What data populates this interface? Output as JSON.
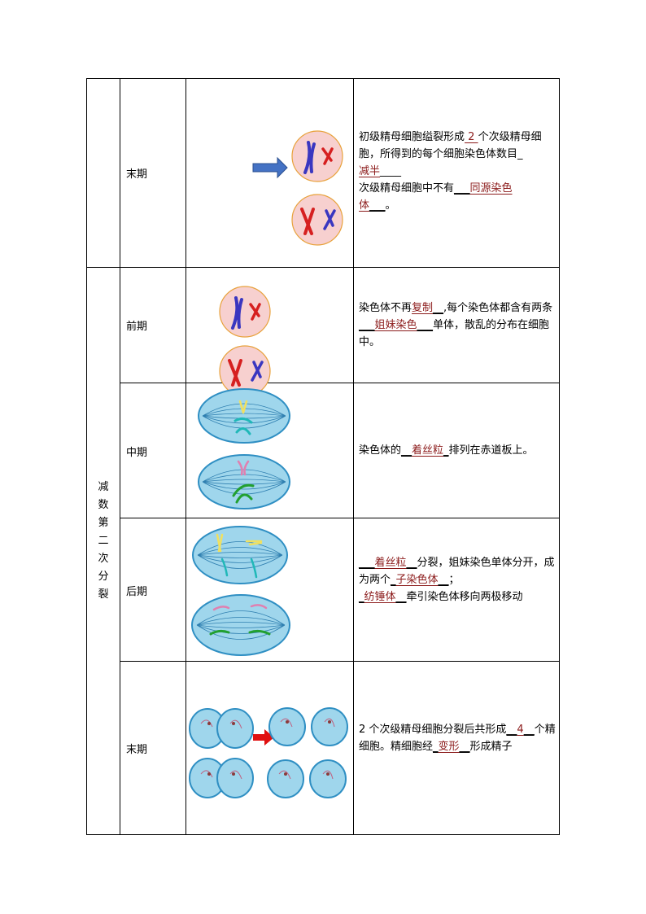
{
  "section_label": [
    "减",
    "数",
    "第",
    "二",
    "次",
    "分",
    "裂"
  ],
  "rows": [
    {
      "stage": "末期",
      "segments": [
        {
          "t": "初级精母细胞缢裂形成"
        },
        {
          "t": "  2  ",
          "a": 1
        },
        {
          "t": "个次级精母细胞，所得到的每个细胞染色体数目"
        },
        {
          "t": "_"
        },
        {
          "br": 1
        },
        {
          "t": "减半",
          "a": 1
        },
        {
          "t": "____"
        },
        {
          "br": 1
        },
        {
          "t": "次级精母细胞中不有"
        },
        {
          "t": "___",
          "u": 1
        },
        {
          "t": "同源染色",
          "a": 1
        },
        {
          "br": 1
        },
        {
          "t": "体",
          "a": 1
        },
        {
          "t": "___",
          "u": 1
        },
        {
          "t": "。"
        }
      ]
    },
    {
      "stage": "前期",
      "segments": [
        {
          "t": "染色体不再"
        },
        {
          "t": "复制",
          "a": 1
        },
        {
          "t": "__",
          "u": 1
        },
        {
          "t": ",每个染色体都含有两条"
        },
        {
          "t": "___",
          "u": 1
        },
        {
          "t": "姐妹染色",
          "a": 1
        },
        {
          "t": "___",
          "u": 1
        },
        {
          "t": "单体，散乱的分布在细胞中。"
        }
      ]
    },
    {
      "stage": "中期",
      "segments": [
        {
          "t": "染色体的"
        },
        {
          "t": "__",
          "u": 1
        },
        {
          "t": "着丝粒",
          "a": 1
        },
        {
          "t": "_",
          "u": 1
        },
        {
          "t": "排列在赤道板上。"
        }
      ]
    },
    {
      "stage": "后期",
      "segments": [
        {
          "t": "___",
          "u": 1
        },
        {
          "t": "着丝粒",
          "a": 1
        },
        {
          "t": "__",
          "u": 1
        },
        {
          "t": "分裂，姐妹染色单体分开，成为两个"
        },
        {
          "t": "_",
          "u": 1
        },
        {
          "t": "子染色体",
          "a": 1
        },
        {
          "t": "__",
          "u": 1
        },
        {
          "t": "；"
        },
        {
          "br": 1
        },
        {
          "t": "_",
          "u": 1
        },
        {
          "t": "纺锤体",
          "a": 1
        },
        {
          "t": "__",
          "u": 1
        },
        {
          "t": "牵引染色体移向两极移动"
        }
      ]
    },
    {
      "stage": "末期",
      "segments": [
        {
          "t": "2 个次级精母细胞分裂后共形成"
        },
        {
          "t": "__",
          "u": 1
        },
        {
          "t": "4",
          "a": 1
        },
        {
          "t": "__",
          "u": 1
        },
        {
          "t": "个精细胞。精细胞经"
        },
        {
          "t": "_",
          "u": 1
        },
        {
          "t": "变形",
          "a": 1
        },
        {
          "t": "__",
          "u": 1
        },
        {
          "t": "形成精子"
        }
      ]
    }
  ],
  "colors": {
    "cell_fill": "#f7d0cf",
    "cell_stroke": "#e8a23c",
    "chromosome_blue": "#3a37c0",
    "chromosome_red": "#d62020",
    "spindle_fill": "#9fd6ec",
    "spindle_stroke": "#2f8fc3",
    "arrow_blue": "#4472c4",
    "arrow_red": "#e01010",
    "answer": "#8b1a1a"
  }
}
